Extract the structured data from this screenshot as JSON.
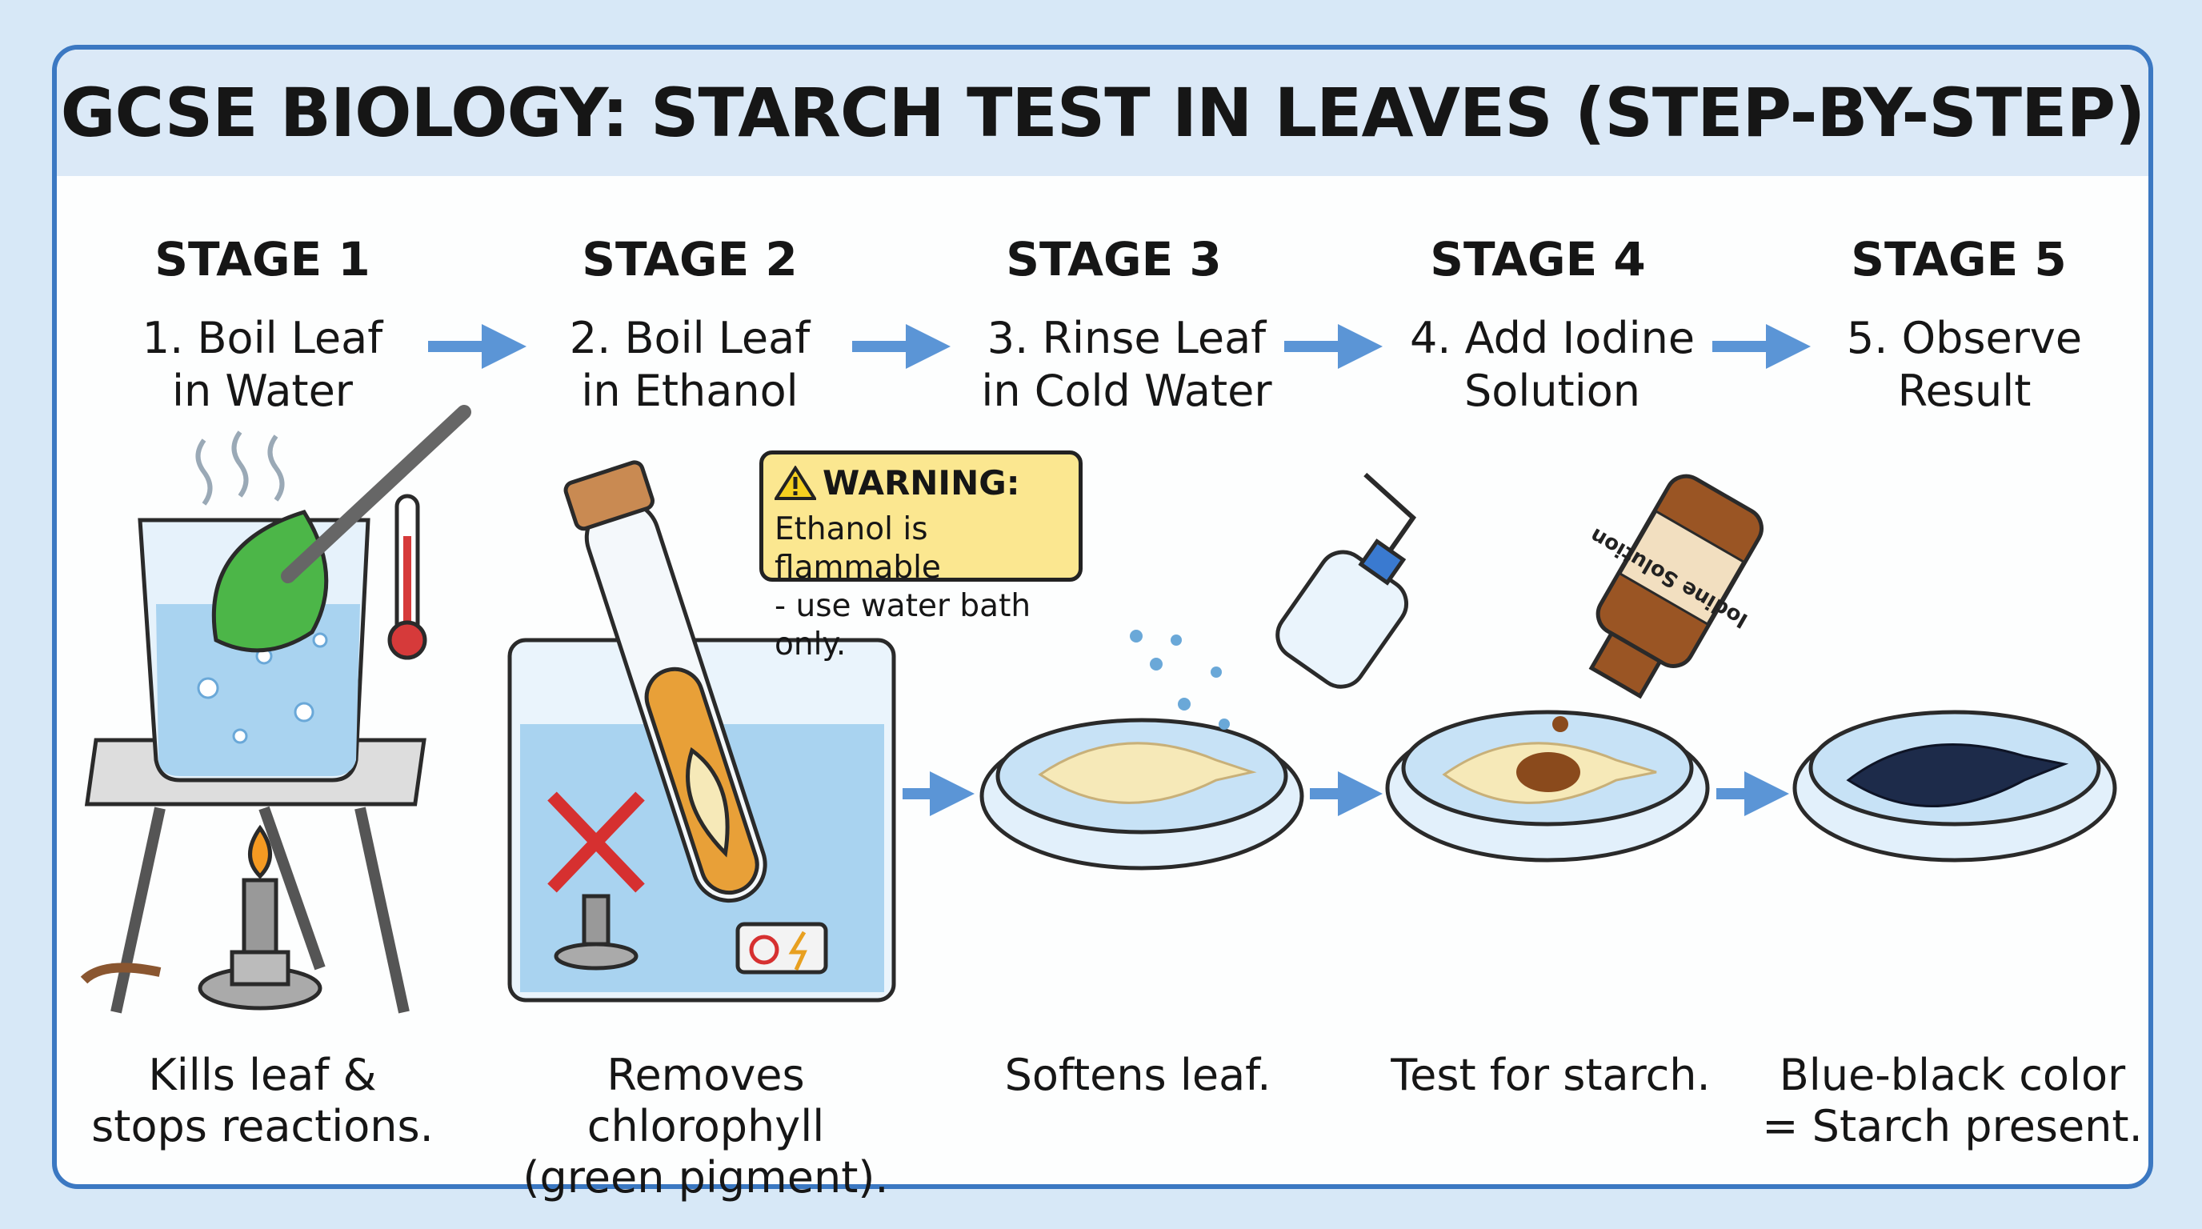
{
  "title": "GCSE BIOLOGY: STARCH TEST IN LEAVES (STEP-BY-STEP)",
  "stages": [
    {
      "header": "STAGE 1",
      "step_line1": "1. Boil Leaf",
      "step_line2": "in Water",
      "caption_line1": "Kills leaf &",
      "caption_line2": "stops reactions."
    },
    {
      "header": "STAGE 2",
      "step_line1": "2. Boil Leaf",
      "step_line2": "in Ethanol",
      "caption_line1": "Removes chlorophyll",
      "caption_line2": "(green pigment)."
    },
    {
      "header": "STAGE 3",
      "step_line1": "3. Rinse Leaf",
      "step_line2": "in Cold Water",
      "caption_line1": "Softens leaf.",
      "caption_line2": ""
    },
    {
      "header": "STAGE 4",
      "step_line1": "4. Add Iodine",
      "step_line2": "Solution",
      "caption_line1": "Test for starch.",
      "caption_line2": ""
    },
    {
      "header": "STAGE 5",
      "step_line1": "5. Observe",
      "step_line2": "Result",
      "caption_line1": "Blue-black color",
      "caption_line2": "= Starch present."
    }
  ],
  "warning": {
    "heading": "WARNING:",
    "line1": "Ethanol is flammable",
    "line2": "- use water bath only."
  },
  "bottle_label": "Iodine Solution",
  "colors": {
    "frame": "#3b78c2",
    "header_bg": "#dbe9f7",
    "arrow": "#5b95d6",
    "warning_bg": "#fbe790",
    "leaf_green": "#4cb648",
    "leaf_pale": "#f6e9b8",
    "starch_blue_black": "#1d2b4a",
    "iodine_brown": "#8a4a1c"
  }
}
